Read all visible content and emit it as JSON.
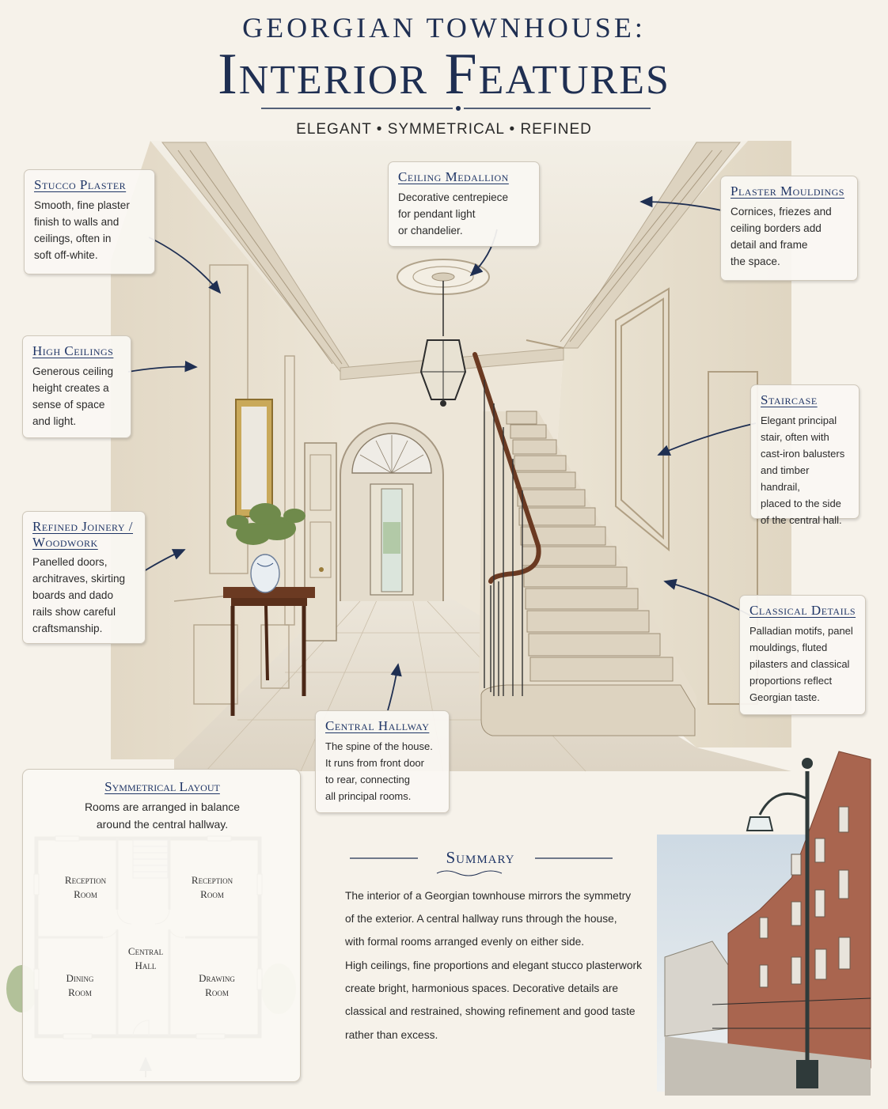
{
  "header": {
    "title_top": "GEORGIAN TOWNHOUSE:",
    "title_main": "Interior Features",
    "subtitle": "ELEGANT • SYMMETRICAL • REFINED"
  },
  "callouts": {
    "stucco": {
      "title": "Stucco Plaster",
      "lines": [
        "Smooth, fine plaster",
        "finish to walls and",
        "ceilings, often in",
        "soft off-white."
      ]
    },
    "medallion": {
      "title": "Ceiling Medallion",
      "lines": [
        "Decorative centrepiece",
        "for pendant light",
        "or chandelier."
      ]
    },
    "mouldings": {
      "title": "Plaster Mouldings",
      "lines": [
        "Cornices, friezes and",
        "ceiling borders add",
        "detail and frame",
        "the space."
      ]
    },
    "ceilings": {
      "title": "High Ceilings",
      "lines": [
        "Generous ceiling",
        "height creates a",
        "sense of space",
        "and light."
      ]
    },
    "staircase": {
      "title": "Staircase",
      "lines": [
        "Elegant principal",
        "stair, often with",
        "cast-iron balusters",
        "and timber handrail,",
        "placed to the side",
        "of the central hall."
      ]
    },
    "joinery": {
      "title_line1": "Refined Joinery /",
      "title_line2": "Woodwork",
      "lines": [
        "Panelled doors,",
        "architraves, skirting",
        "boards and dado",
        "rails show careful",
        "craftsmanship."
      ]
    },
    "classical": {
      "title": "Classical Details",
      "lines": [
        "Palladian motifs, panel",
        "mouldings, fluted",
        "pilasters and classical",
        "proportions reflect",
        "Georgian taste."
      ]
    },
    "hallway": {
      "title": "Central Hallway",
      "lines": [
        "The spine of the house.",
        "It runs from front door",
        "to rear, connecting",
        "all principal rooms."
      ]
    }
  },
  "layout": {
    "title": "Symmetrical Layout",
    "lines": [
      "Rooms are arranged in balance",
      "around the central hallway."
    ],
    "rooms": {
      "reception_left": [
        "Reception",
        "Room"
      ],
      "reception_right": [
        "Reception",
        "Room"
      ],
      "dining": [
        "Dining",
        "Room"
      ],
      "central": [
        "Central",
        "Hall"
      ],
      "drawing": [
        "Drawing",
        "Room"
      ]
    }
  },
  "summary": {
    "title": "Summary",
    "para1": [
      "The interior of a Georgian townhouse mirrors the symmetry",
      "of the exterior. A central hallway runs through the house,",
      "with formal rooms arranged evenly on either side."
    ],
    "para2": [
      "High ceilings, fine proportions and elegant stucco plasterwork",
      "create bright, harmonious spaces. Decorative details are",
      "classical and restrained, showing refinement and good taste",
      "rather than excess."
    ]
  },
  "colors": {
    "navy": "#1f2f52",
    "paper": "#f6f2ea",
    "wall": "#ebe3d3",
    "brick": "#a9654f",
    "wood": "#6b3a22"
  }
}
